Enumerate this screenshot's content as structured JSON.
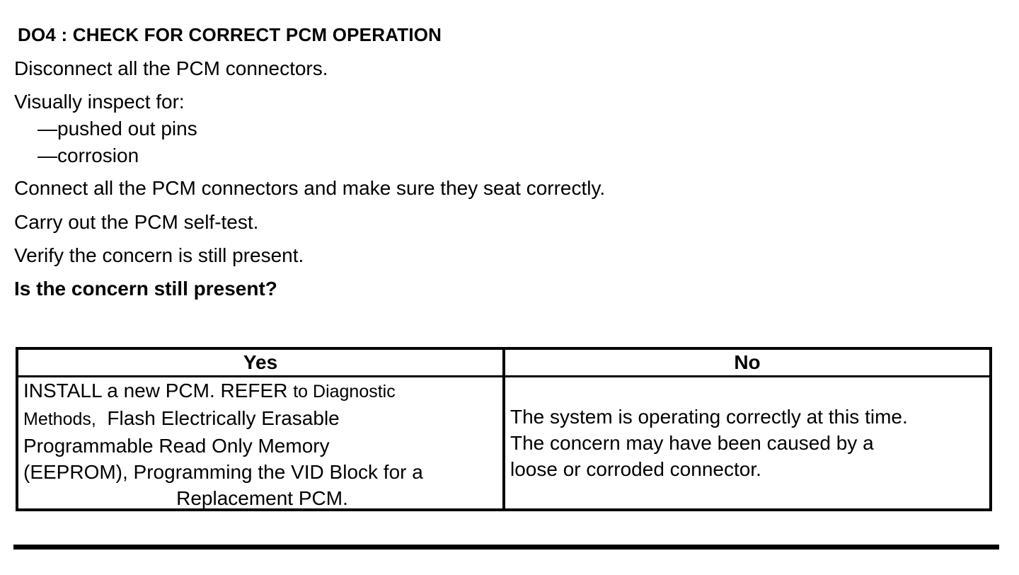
{
  "page": {
    "heading": "DO4 : CHECK FOR CORRECT PCM OPERATION",
    "steps": {
      "disconnect": "Disconnect all the PCM connectors.",
      "inspect_intro": "Visually inspect for:",
      "inspect_item1": "—pushed out pins",
      "inspect_item2": "—corrosion",
      "connect": "Connect all the PCM connectors and make sure they seat correctly.",
      "selftest": "Carry out the PCM self-test.",
      "verify": "Verify the concern is still present.",
      "question": "Is the concern still present?"
    },
    "result_table": {
      "yes_header": "Yes",
      "no_header": "No",
      "yes_lines": {
        "l1a": "INSTALL a new PCM. REFER ",
        "l1b": "to Diagnostic",
        "l2a": "Methods,",
        "l2b": "  Flash Electrically Erasable",
        "l3": "Programmable Read Only Memory",
        "l4": "(EEPROM), Programming the VID Block for a",
        "l5": "Replacement PCM."
      },
      "no_lines": {
        "l1": "The system is operating correctly at this time.",
        "l2": "The concern may have been caused by a",
        "l3": "loose or corroded connector."
      }
    },
    "colors": {
      "text": "#000000",
      "background": "#ffffff",
      "border": "#000000"
    }
  }
}
